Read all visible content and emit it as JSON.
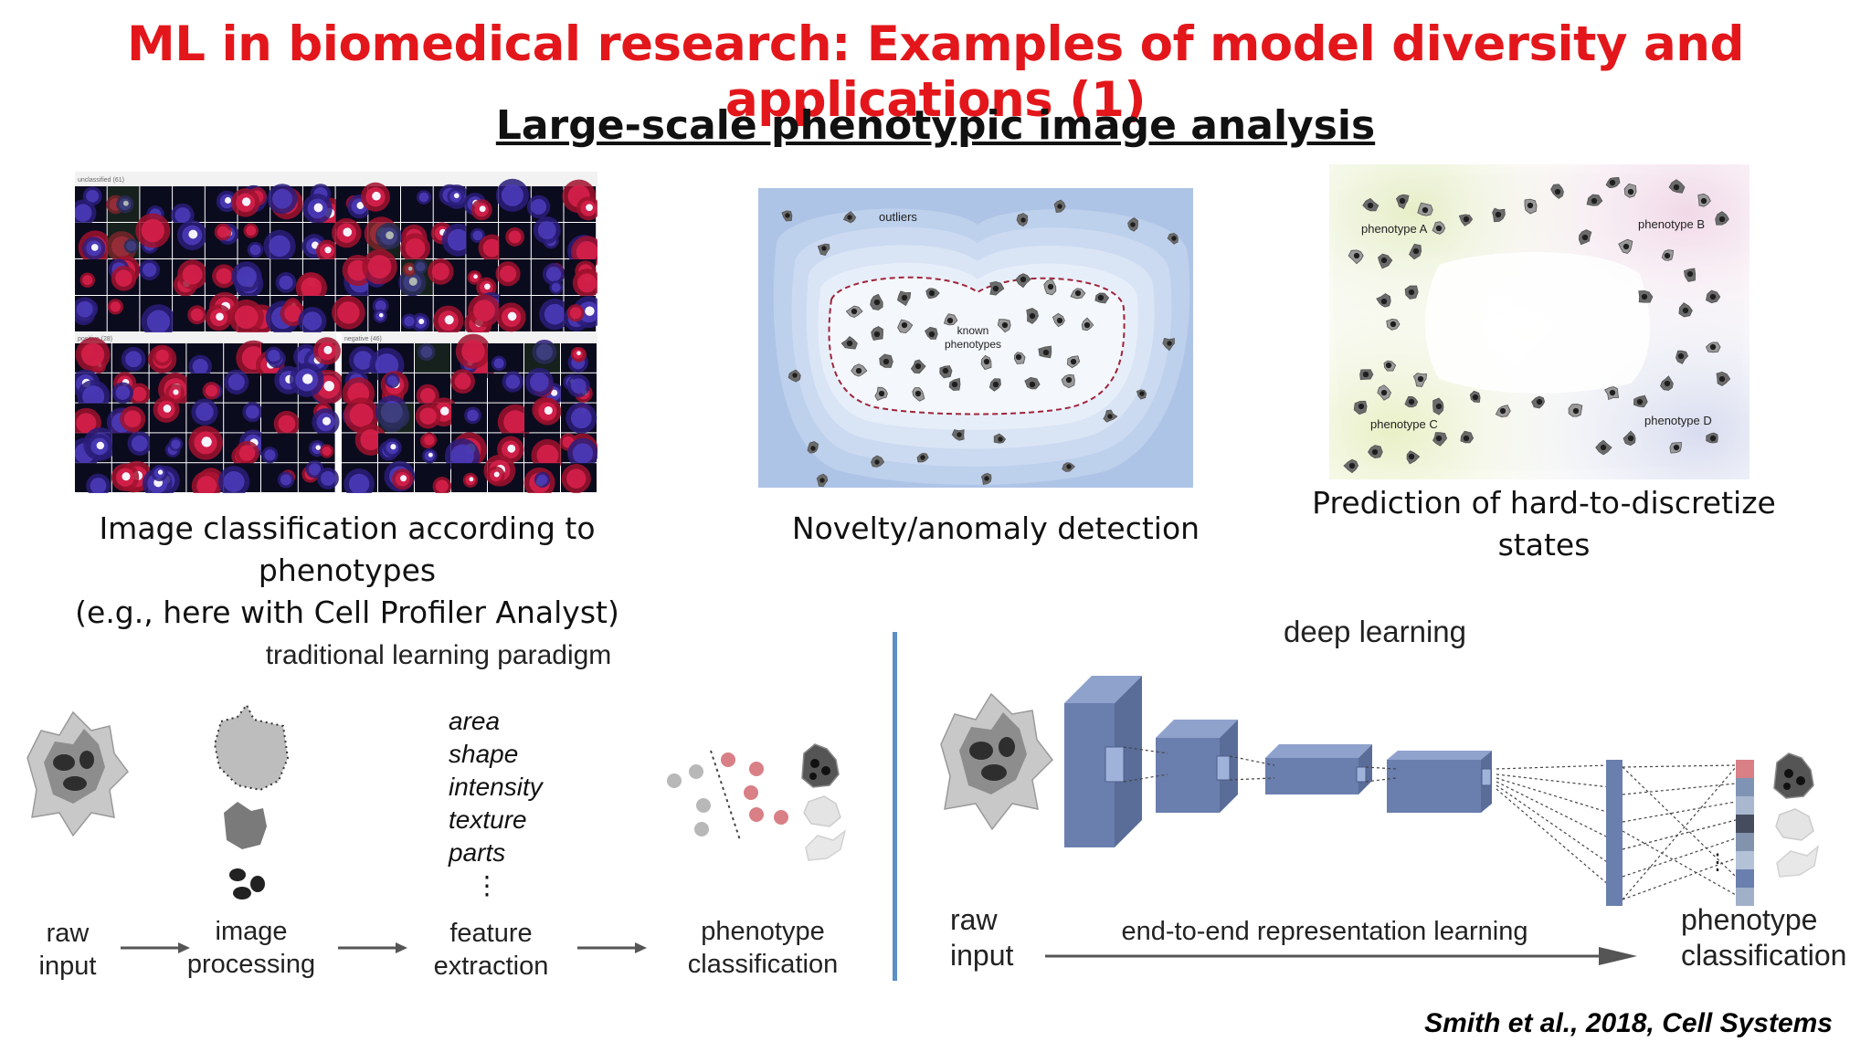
{
  "slide": {
    "title": "ML in biomedical research: Examples of model diversity and applications (1)",
    "subtitle": "Large-scale phenotypic image analysis",
    "citation": "Smith et al., 2018, Cell Systems"
  },
  "panels": {
    "classification": {
      "caption_line1": "Image classification according to phenotypes",
      "caption_line2": "(e.g., here with Cell Profiler Analyst)",
      "label_unclassified": "unclassified (61)",
      "label_positive": "positive (28)",
      "label_negative": "negative (46)"
    },
    "novelty": {
      "caption": "Novelty/anomaly detection",
      "outliers_label": "outliers",
      "known_label_line1": "known",
      "known_label_line2": "phenotypes"
    },
    "states": {
      "caption": "Prediction of hard-to-discretize states",
      "phenotype_a": "phenotype A",
      "phenotype_b": "phenotype B",
      "phenotype_c": "phenotype C",
      "phenotype_d": "phenotype D"
    }
  },
  "traditional": {
    "heading": "traditional learning paradigm",
    "raw_input_line1": "raw",
    "raw_input_line2": "input",
    "processing_line1": "image",
    "processing_line2": "processing",
    "features": [
      "area",
      "shape",
      "intensity",
      "texture",
      "parts"
    ],
    "ellipsis": "⋮",
    "extraction_line1": "feature",
    "extraction_line2": "extraction",
    "classification_line1": "phenotype",
    "classification_line2": "classification"
  },
  "deep": {
    "heading": "deep learning",
    "raw_input_line1": "raw",
    "raw_input_line2": "input",
    "arrow_label": "end-to-end representation learning",
    "classification_line1": "phenotype",
    "classification_line2": "classification",
    "ellipsis": "⋮"
  },
  "colors": {
    "title": "#e3171b",
    "divider": "#5b8fc6",
    "cnn_block": "#6a7fae",
    "pink_dot": "#d97f86",
    "gray_dot": "#b8b8b8"
  }
}
